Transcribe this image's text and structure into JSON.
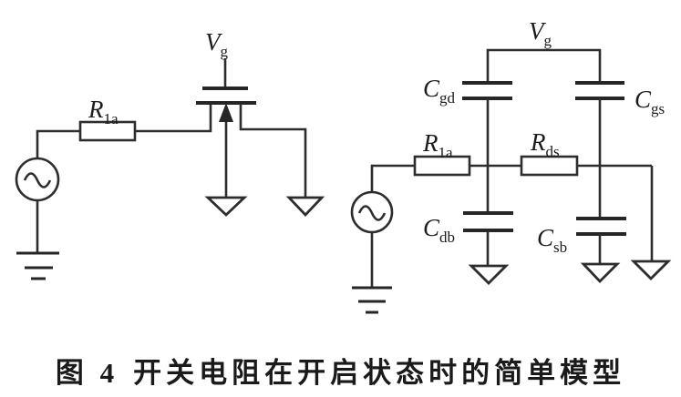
{
  "caption": {
    "prefix": "图 4",
    "text": "开关电阻在开启状态时的简单模型"
  },
  "colors": {
    "ink": "#2d2d2d",
    "background": "#ffffff"
  },
  "left_circuit": {
    "gate_voltage": {
      "main": "V",
      "sub": "g"
    },
    "resistor_r1a": {
      "main": "R",
      "sub": "1a"
    }
  },
  "right_circuit": {
    "gate_voltage": {
      "main": "V",
      "sub": "g"
    },
    "resistor_r1a": {
      "main": "R",
      "sub": "1a"
    },
    "resistor_rds": {
      "main": "R",
      "sub": "ds"
    },
    "cap_cgd": {
      "main": "C",
      "sub": "gd"
    },
    "cap_cgs": {
      "main": "C",
      "sub": "gs"
    },
    "cap_cdb": {
      "main": "C",
      "sub": "db"
    },
    "cap_csb": {
      "main": "C",
      "sub": "sb"
    }
  }
}
